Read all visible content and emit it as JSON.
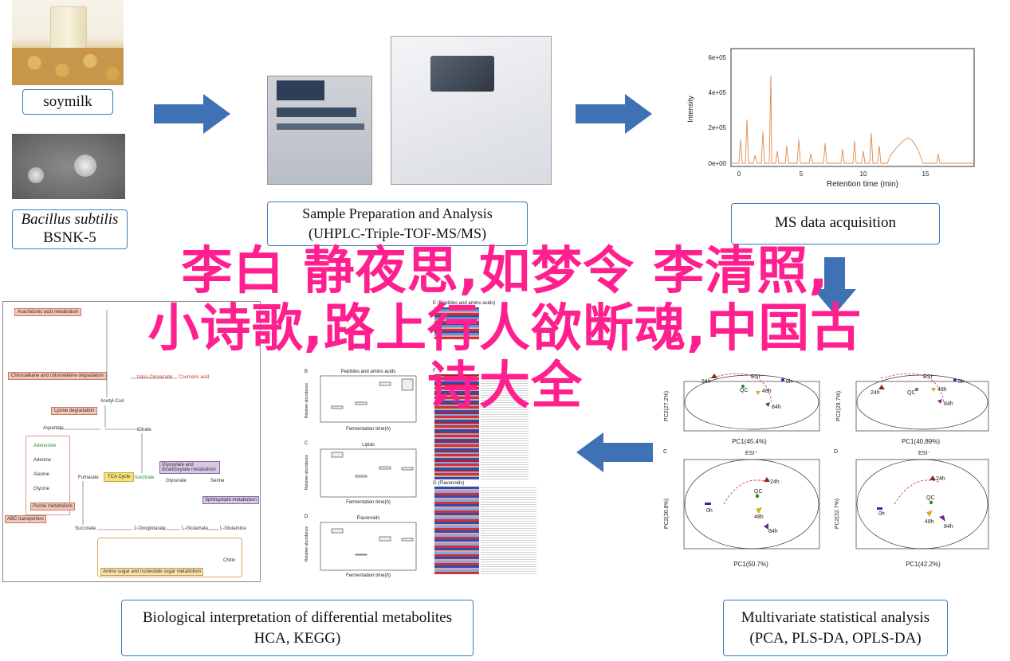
{
  "inputs": {
    "soymilk_label": "soymilk",
    "bacillus_line1": "Bacillus subtilis",
    "bacillus_line2": "BSNK-5"
  },
  "steps": {
    "sample_prep_line1": "Sample Preparation and Analysis",
    "sample_prep_line2": "(UHPLC-Triple-TOF-MS/MS)",
    "ms_acq": "MS data acquisition",
    "multivariate_line1": "Multivariate statistical analysis",
    "multivariate_line2": "(PCA, PLS-DA, OPLS-DA)",
    "bio_line1": "Biological interpretation of differential metabolites",
    "bio_line2": "HCA, KEGG)"
  },
  "overlay": {
    "line1": "李白 静夜思,如梦令 李清照,",
    "line2": "小诗歌,路上行人欲断魂,中国古",
    "line3": "诗大全"
  },
  "ms_chart": {
    "xlabel": "Retention time (min)",
    "ylabel": "Intensity",
    "yticks": [
      "0e+00",
      "2e+05",
      "4e+05",
      "6e+05"
    ],
    "xticks": [
      "0",
      "5",
      "10",
      "15"
    ]
  },
  "pca_panels": {
    "a_title": "ESI⁺",
    "a_xlabel": "PC1(45.4%)",
    "a_ylabel": "PC2(27.2%)",
    "b_title": "ESI⁻",
    "b_xlabel": "PC1(40.89%)",
    "b_ylabel": "PC2(29.7%)",
    "c_letter": "C",
    "c_title": "ESI⁺",
    "c_xlabel": "PC1(50.7%)",
    "c_ylabel": "PC2(30.8%)",
    "d_letter": "D",
    "d_title": "ESI⁻",
    "d_xlabel": "PC1(42.2%)",
    "d_ylabel": "PC2(32.7%)",
    "pt_0h": "0h",
    "pt_24h": "24h",
    "pt_48h": "48h",
    "pt_84h": "84h",
    "pt_qc": "QC"
  },
  "boxplots": {
    "b_letter": "B",
    "b_title": "Peptides and amino acids",
    "c_letter": "C",
    "c_title": "Lipids",
    "d_letter": "D",
    "d_title": "Flavonoids",
    "xlabel": "Fermentation time(h)",
    "ylabel": "Relative abundance"
  },
  "heatmaps": {
    "e_title": "E (Peptides and amino acids)",
    "f_letter": "F",
    "g_title": "G (Flavonoids)"
  },
  "pathway": {
    "title": "Arachidonic acid metabolism",
    "tca": "TCA Cycle",
    "lysine": "Lysine degradation",
    "purine": "Purine metabolism",
    "amino_sugar": "Amino sugar and nucleotide sugar metabolism",
    "sphingolipid": "Sphingolipid metabolism",
    "glyoxylate": "Glyoxylate and dicarboxylate metabolism",
    "citrate": "Citrate",
    "succinate": "Succinate",
    "fumarate": "Fumarate",
    "isocitrate": "Isocitrate",
    "oxoglutarate": "2-Oxoglutarate",
    "glutamate": "L-Glutamate",
    "glutamine": "L-Glutamine",
    "chitin": "Chitin",
    "adenine": "Adenine",
    "adenosine": "Adenosine",
    "alanine": "Alanine",
    "glycine": "Glycine",
    "serine": "Serine",
    "glycerate": "Glycerate",
    "aspartate": "Aspartate",
    "acetyl_coa": "Acetyl-CoA",
    "coumaric": "Coumaric acid",
    "cinnamate": "trans-Cinnamate",
    "abc": "ABC transporters",
    "chloroalkane": "Chloroalkane and chloroalkene degradation"
  },
  "colors": {
    "box_border": "#3b7ab8",
    "arrow": "#3e72b5",
    "overlay_text": "#ff1f8e",
    "ms_trace": "#e08a4b"
  }
}
